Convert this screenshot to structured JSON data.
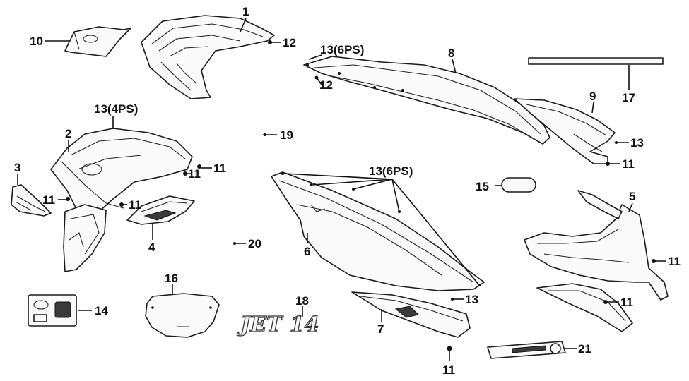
{
  "callouts": [
    {
      "id": "c1",
      "text": "1"
    },
    {
      "id": "c2",
      "text": "2"
    },
    {
      "id": "c3",
      "text": "3"
    },
    {
      "id": "c4",
      "text": "4"
    },
    {
      "id": "c5",
      "text": "5"
    },
    {
      "id": "c6",
      "text": "6"
    },
    {
      "id": "c7",
      "text": "7"
    },
    {
      "id": "c8",
      "text": "8"
    },
    {
      "id": "c9",
      "text": "9"
    },
    {
      "id": "c10",
      "text": "10"
    },
    {
      "id": "c11a",
      "text": "11"
    },
    {
      "id": "c11b",
      "text": "11"
    },
    {
      "id": "c11c",
      "text": "11"
    },
    {
      "id": "c11d",
      "text": "11"
    },
    {
      "id": "c11e",
      "text": "11"
    },
    {
      "id": "c11f",
      "text": "11"
    },
    {
      "id": "c11g",
      "text": "11"
    },
    {
      "id": "c11h",
      "text": "11"
    },
    {
      "id": "c12a",
      "text": "12"
    },
    {
      "id": "c12b",
      "text": "12"
    },
    {
      "id": "c13a",
      "text": "13(6PS)"
    },
    {
      "id": "c13b",
      "text": "13(4PS)"
    },
    {
      "id": "c13c",
      "text": "13(6PS)"
    },
    {
      "id": "c13d",
      "text": "13"
    },
    {
      "id": "c13e",
      "text": "13"
    },
    {
      "id": "c14",
      "text": "14"
    },
    {
      "id": "c15",
      "text": "15"
    },
    {
      "id": "c16",
      "text": "16"
    },
    {
      "id": "c17",
      "text": "17"
    },
    {
      "id": "c18",
      "text": "18"
    },
    {
      "id": "c19",
      "text": "19"
    },
    {
      "id": "c20",
      "text": "20"
    },
    {
      "id": "c21",
      "text": "21"
    }
  ],
  "decal_text": "JET 14"
}
